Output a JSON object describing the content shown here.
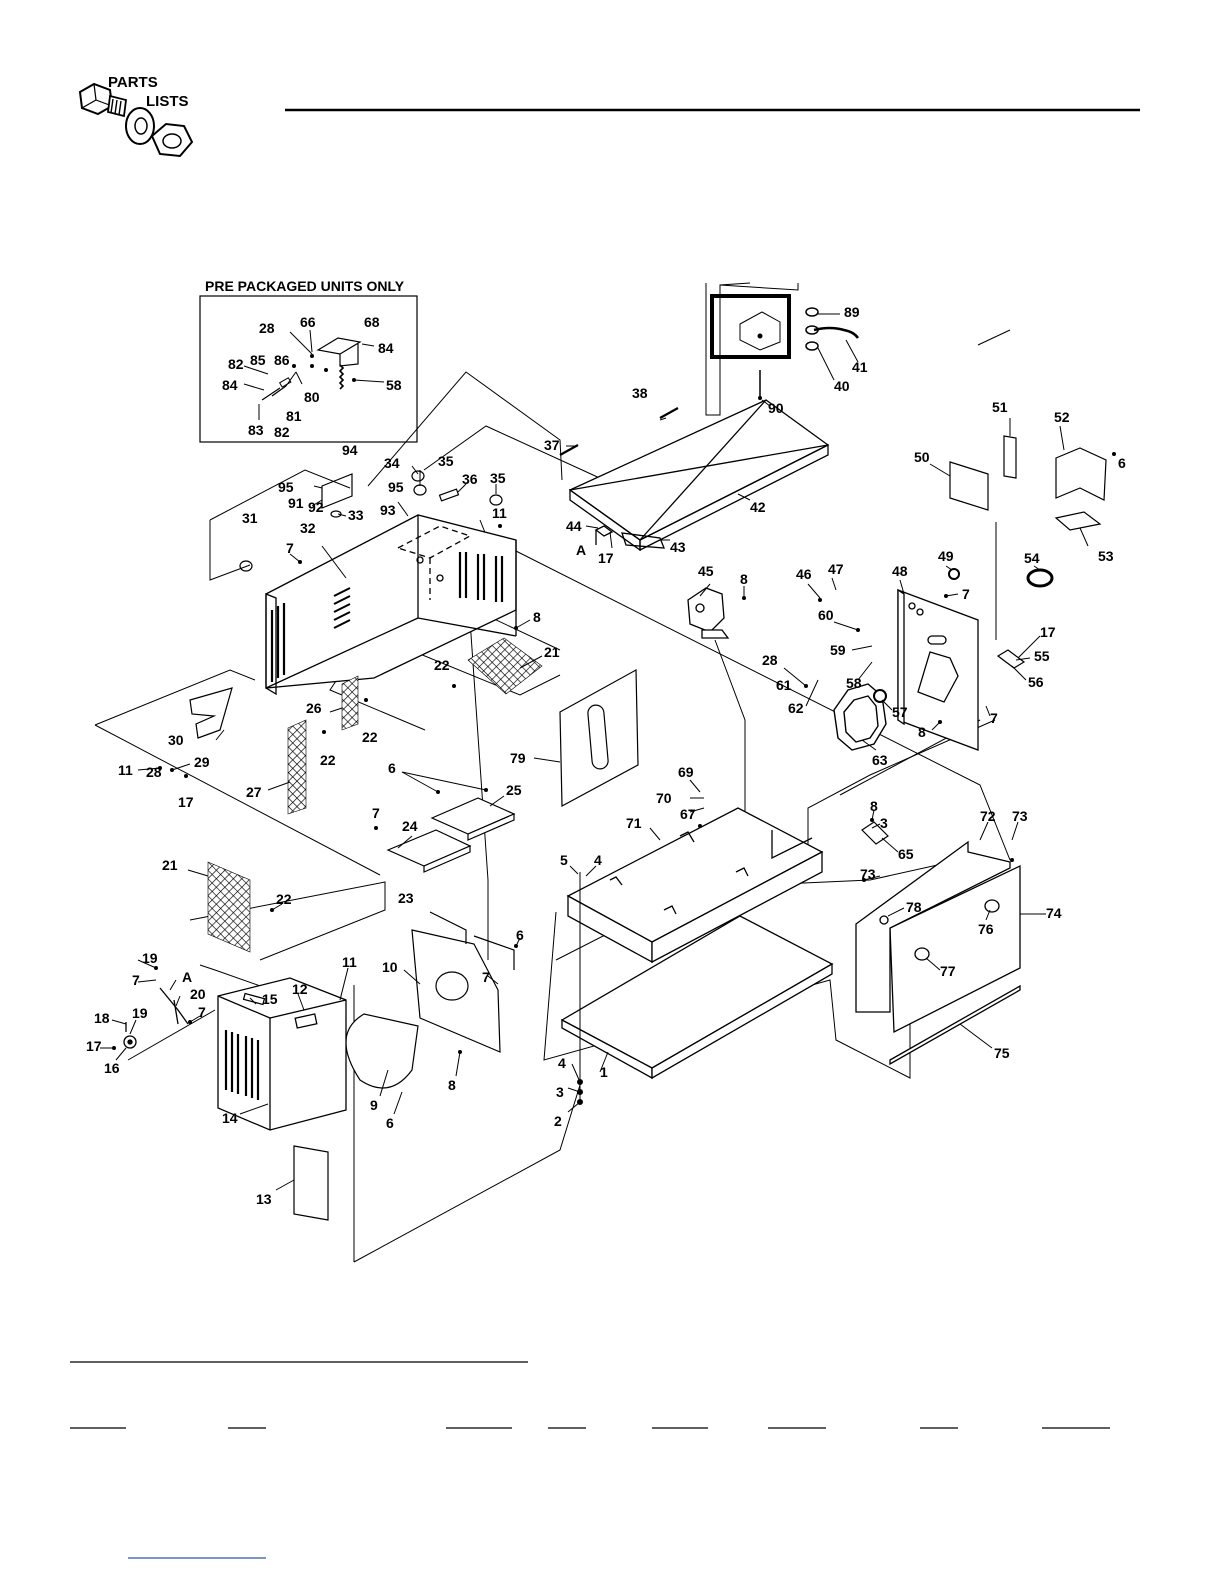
{
  "logo": {
    "line1": "PARTS",
    "line2": "LISTS",
    "icon": "bolt-washer-nut-icon"
  },
  "inset": {
    "title": "PRE PACKAGED UNITS ONLY"
  },
  "callouts": [
    {
      "id": "c28a",
      "text": "28"
    },
    {
      "id": "c66",
      "text": "66"
    },
    {
      "id": "c68",
      "text": "68"
    },
    {
      "id": "c84a",
      "text": "84"
    },
    {
      "id": "c82a",
      "text": "82"
    },
    {
      "id": "c85",
      "text": "85"
    },
    {
      "id": "c86",
      "text": "86"
    },
    {
      "id": "c84b",
      "text": "84"
    },
    {
      "id": "c80",
      "text": "80"
    },
    {
      "id": "c58a",
      "text": "58"
    },
    {
      "id": "c81",
      "text": "81"
    },
    {
      "id": "c83",
      "text": "83"
    },
    {
      "id": "c82b",
      "text": "82"
    },
    {
      "id": "c94",
      "text": "94"
    },
    {
      "id": "c95a",
      "text": "95"
    },
    {
      "id": "c91",
      "text": "91"
    },
    {
      "id": "c92",
      "text": "92"
    },
    {
      "id": "c33",
      "text": "33"
    },
    {
      "id": "c34",
      "text": "34"
    },
    {
      "id": "c35a",
      "text": "35"
    },
    {
      "id": "c95b",
      "text": "95"
    },
    {
      "id": "c36",
      "text": "36"
    },
    {
      "id": "c35b",
      "text": "35"
    },
    {
      "id": "c93",
      "text": "93"
    },
    {
      "id": "c11a",
      "text": "11"
    },
    {
      "id": "c31",
      "text": "31"
    },
    {
      "id": "c32",
      "text": "32"
    },
    {
      "id": "c7a",
      "text": "7"
    },
    {
      "id": "c8a",
      "text": "8"
    },
    {
      "id": "c21a",
      "text": "21"
    },
    {
      "id": "c22a",
      "text": "22"
    },
    {
      "id": "c26",
      "text": "26"
    },
    {
      "id": "c22b",
      "text": "22"
    },
    {
      "id": "c30",
      "text": "30"
    },
    {
      "id": "c22c",
      "text": "22"
    },
    {
      "id": "c11b",
      "text": "11"
    },
    {
      "id": "c29",
      "text": "29"
    },
    {
      "id": "c28b",
      "text": "28"
    },
    {
      "id": "c17a",
      "text": "17"
    },
    {
      "id": "c27",
      "text": "27"
    },
    {
      "id": "c38",
      "text": "38"
    },
    {
      "id": "c37",
      "text": "37"
    },
    {
      "id": "c44",
      "text": "44"
    },
    {
      "id": "cA1",
      "text": "A"
    },
    {
      "id": "c17b",
      "text": "17"
    },
    {
      "id": "c43",
      "text": "43"
    },
    {
      "id": "c42",
      "text": "42"
    },
    {
      "id": "c89",
      "text": "89"
    },
    {
      "id": "c41",
      "text": "41"
    },
    {
      "id": "c40",
      "text": "40"
    },
    {
      "id": "c90",
      "text": "90"
    },
    {
      "id": "c51",
      "text": "51"
    },
    {
      "id": "c52",
      "text": "52"
    },
    {
      "id": "c6a",
      "text": "6"
    },
    {
      "id": "c50",
      "text": "50"
    },
    {
      "id": "c53",
      "text": "53"
    },
    {
      "id": "c45",
      "text": "45"
    },
    {
      "id": "c8b",
      "text": "8"
    },
    {
      "id": "c46",
      "text": "46"
    },
    {
      "id": "c47",
      "text": "47"
    },
    {
      "id": "c48",
      "text": "48"
    },
    {
      "id": "c49",
      "text": "49"
    },
    {
      "id": "c7b",
      "text": "7"
    },
    {
      "id": "c54",
      "text": "54"
    },
    {
      "id": "c60",
      "text": "60"
    },
    {
      "id": "c17c",
      "text": "17"
    },
    {
      "id": "c55",
      "text": "55"
    },
    {
      "id": "c56",
      "text": "56"
    },
    {
      "id": "c59",
      "text": "59"
    },
    {
      "id": "c28c",
      "text": "28"
    },
    {
      "id": "c61",
      "text": "61"
    },
    {
      "id": "c58b",
      "text": "58"
    },
    {
      "id": "c57",
      "text": "57"
    },
    {
      "id": "c62",
      "text": "62"
    },
    {
      "id": "c63",
      "text": "63"
    },
    {
      "id": "c8c",
      "text": "8"
    },
    {
      "id": "c7c",
      "text": "7"
    },
    {
      "id": "c79",
      "text": "79"
    },
    {
      "id": "c6b",
      "text": "6"
    },
    {
      "id": "c25",
      "text": "25"
    },
    {
      "id": "c69",
      "text": "69"
    },
    {
      "id": "c70",
      "text": "70"
    },
    {
      "id": "c67",
      "text": "67"
    },
    {
      "id": "c71",
      "text": "71"
    },
    {
      "id": "c7d",
      "text": "7"
    },
    {
      "id": "c24",
      "text": "24"
    },
    {
      "id": "c23",
      "text": "23"
    },
    {
      "id": "c5",
      "text": "5"
    },
    {
      "id": "c4a",
      "text": "4"
    },
    {
      "id": "c8d",
      "text": "8"
    },
    {
      "id": "c3a",
      "text": "3"
    },
    {
      "id": "c65",
      "text": "65"
    },
    {
      "id": "c72",
      "text": "72"
    },
    {
      "id": "c73a",
      "text": "73"
    },
    {
      "id": "c73b",
      "text": "73"
    },
    {
      "id": "c78",
      "text": "78"
    },
    {
      "id": "c74",
      "text": "74"
    },
    {
      "id": "c76",
      "text": "76"
    },
    {
      "id": "c77",
      "text": "77"
    },
    {
      "id": "c21b",
      "text": "21"
    },
    {
      "id": "c22d",
      "text": "22"
    },
    {
      "id": "c6c",
      "text": "6"
    },
    {
      "id": "c10",
      "text": "10"
    },
    {
      "id": "c7e",
      "text": "7"
    },
    {
      "id": "c19a",
      "text": "19"
    },
    {
      "id": "c7f",
      "text": "7"
    },
    {
      "id": "cA2",
      "text": "A"
    },
    {
      "id": "c20",
      "text": "20"
    },
    {
      "id": "c15",
      "text": "15"
    },
    {
      "id": "c12",
      "text": "12"
    },
    {
      "id": "c11c",
      "text": "11"
    },
    {
      "id": "c18",
      "text": "18"
    },
    {
      "id": "c19b",
      "text": "19"
    },
    {
      "id": "c7g",
      "text": "7"
    },
    {
      "id": "c17d",
      "text": "17"
    },
    {
      "id": "c16",
      "text": "16"
    },
    {
      "id": "c14",
      "text": "14"
    },
    {
      "id": "c9",
      "text": "9"
    },
    {
      "id": "c6d",
      "text": "6"
    },
    {
      "id": "c8e",
      "text": "8"
    },
    {
      "id": "c4b",
      "text": "4"
    },
    {
      "id": "c3b",
      "text": "3"
    },
    {
      "id": "c2",
      "text": "2"
    },
    {
      "id": "c1",
      "text": "1"
    },
    {
      "id": "c75",
      "text": "75"
    },
    {
      "id": "c13",
      "text": "13"
    }
  ]
}
